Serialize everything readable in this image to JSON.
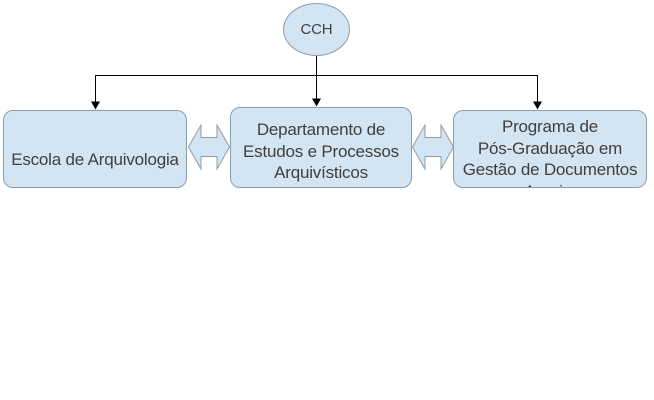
{
  "diagram": {
    "title_context": "Organogram of CCH units",
    "root": {
      "id": "cch",
      "label": "CCH",
      "shape": "ellipse"
    },
    "nodes": [
      {
        "id": "escola-arquivologia",
        "lines": [
          "Escola de Arquivologia"
        ]
      },
      {
        "id": "departamento-estudos",
        "lines": [
          "Departamento de",
          "Estudos e Processos",
          "Arquivísticos"
        ]
      },
      {
        "id": "programa-pos-graduacao",
        "lines": [
          "Programa de",
          "Pós-Graduação em",
          "Gestão de Documentos",
          "e Arquivos"
        ],
        "last_line_clipped": true
      }
    ],
    "connections": [
      {
        "from": "cch",
        "to": "escola-arquivologia",
        "type": "arrow-down"
      },
      {
        "from": "cch",
        "to": "departamento-estudos",
        "type": "arrow-down"
      },
      {
        "from": "cch",
        "to": "programa-pos-graduacao",
        "type": "arrow-down"
      },
      {
        "from": "escola-arquivologia",
        "to": "departamento-estudos",
        "type": "double-arrow"
      },
      {
        "from": "departamento-estudos",
        "to": "programa-pos-graduacao",
        "type": "double-arrow"
      }
    ],
    "colors": {
      "shape_fill": "#d3e5f2",
      "shape_border": "#8c9dab",
      "connector_line": "#000000",
      "text": "#3f3f3f",
      "background": "#ffffff"
    }
  }
}
